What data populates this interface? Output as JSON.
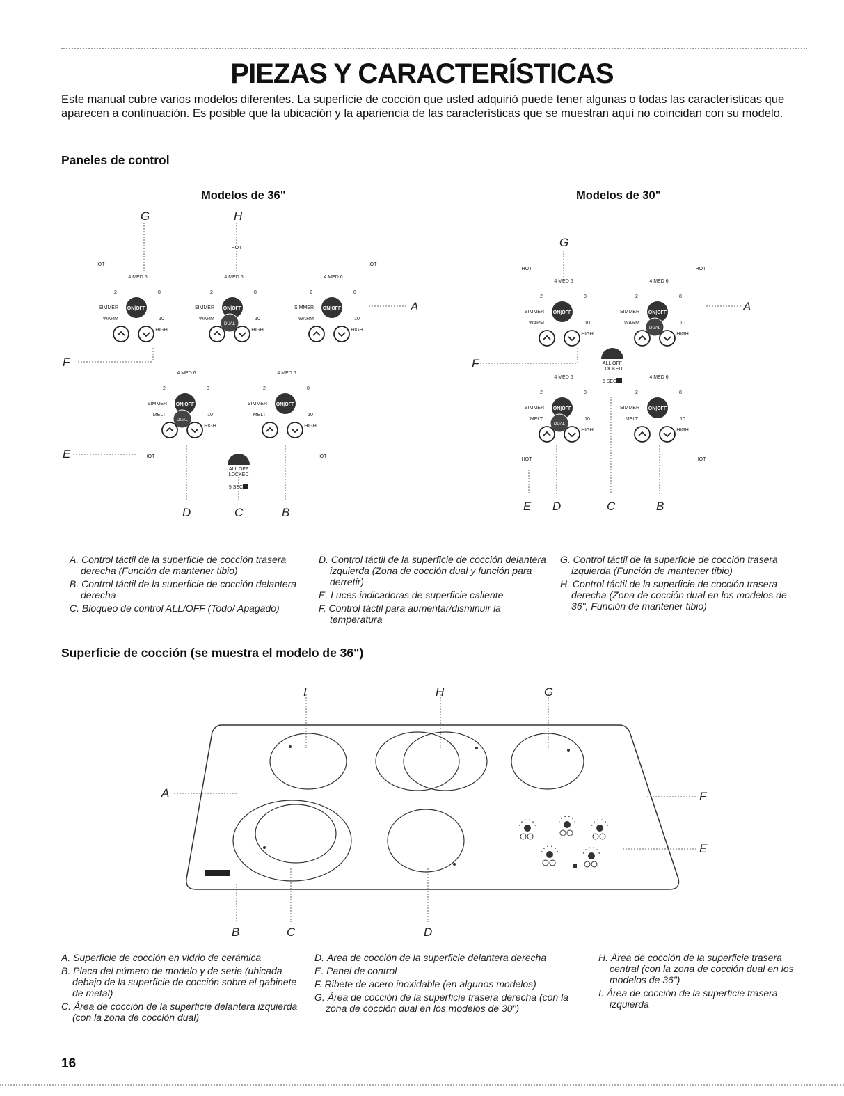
{
  "page": {
    "title": "PIEZAS Y CARACTERÍSTICAS",
    "intro": "Este manual cubre varios modelos diferentes. La superficie de cocción que usted adquirió puede tener algunas o todas las características que aparecen a continuación. Es posible que la ubicación y la apariencia de las características que se muestran aquí no coincidan con su modelo.",
    "page_number": "16"
  },
  "control_panels": {
    "heading": "Paneles de control",
    "model36_label": "Modelos de 36\"",
    "model30_label": "Modelos de 30\"",
    "dial_text": {
      "hot": "HOT",
      "med": "MED",
      "n2": "2",
      "n4": "4",
      "n6": "6",
      "n8": "8",
      "n10": "10",
      "simmer": "SIMMER",
      "warm": "WARM",
      "melt": "MELT",
      "high": "HIGH",
      "onoff": "ON|OFF",
      "dual": "DUAL",
      "alloff": "ALL OFF",
      "locked": "LOCKED",
      "sec": "5 SEC"
    },
    "letters": {
      "a": "A",
      "b": "B",
      "c": "C",
      "d": "D",
      "e": "E",
      "f": "F",
      "g": "G",
      "h": "H"
    },
    "legend_col1": [
      "A. Control táctil de la superficie de cocción trasera derecha (Función de mantener tibio)",
      "B. Control táctil de la superficie de cocción delantera derecha",
      "C. Bloqueo de control ALL/OFF (Todo/ Apagado)"
    ],
    "legend_col2": [
      "D. Control táctil de la superficie de cocción delantera izquierda (Zona de cocción dual y función para derretir)",
      "E. Luces indicadoras de superficie caliente",
      "F. Control táctil para aumentar/disminuir la temperatura"
    ],
    "legend_col3": [
      "G. Control táctil de la superficie de cocción trasera izquierda (Función de mantener tibio)",
      "H. Control táctil de la superficie de cocción trasera derecha (Zona de cocción dual en los modelos de 36\", Función de mantener tibio)"
    ]
  },
  "cooktop": {
    "heading": "Superficie de cocción (se muestra el modelo de 36\")",
    "letters": {
      "a": "A",
      "b": "B",
      "c": "C",
      "d": "D",
      "e": "E",
      "f": "F",
      "g": "G",
      "h": "H",
      "i": "I"
    },
    "legend_col1": [
      "A. Superficie de cocción en vidrio de cerámica",
      "B. Placa del número de modelo y de serie (ubicada debajo de la superficie de cocción sobre el gabinete de metal)",
      "C. Área de cocción de la superficie delantera izquierda (con la zona de cocción dual)"
    ],
    "legend_col2": [
      "D. Área de cocción de la superficie delantera derecha",
      "E. Panel de control",
      "F. Ribete de acero inoxidable (en algunos modelos)",
      "G. Área de cocción de la superficie trasera derecha (con la zona de cocción dual en los modelos de 30\")"
    ],
    "legend_col3": [
      "H. Área de cocción de la superficie trasera central (con la zona de cocción dual en los modelos de 36\")",
      "I. Área de cocción de la superficie trasera izquierda"
    ]
  }
}
